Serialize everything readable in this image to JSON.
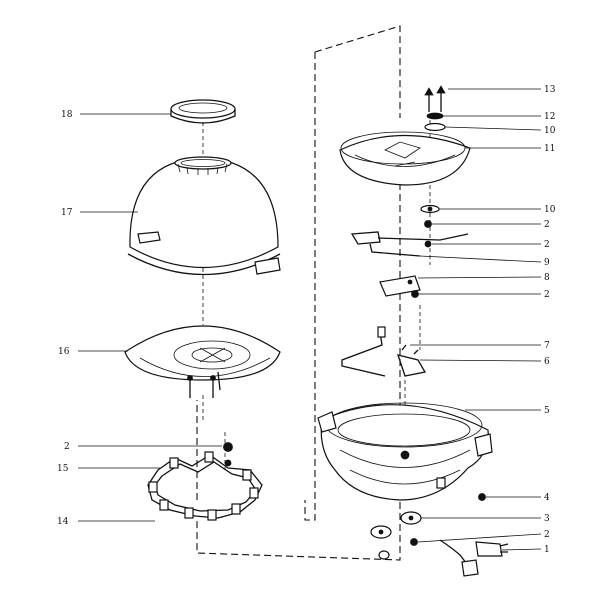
{
  "callouts": {
    "p18": "18",
    "p17": "17",
    "p16": "16",
    "p2a": "2",
    "p15": "15",
    "p14": "14",
    "p13": "13",
    "p12": "12",
    "p10a": "10",
    "p11": "11",
    "p10b": "10",
    "p2b": "2",
    "p2c": "2",
    "p9": "9",
    "p8": "8",
    "p2d": "2",
    "p7": "7",
    "p6": "6",
    "p5": "5",
    "p4": "4",
    "p3": "3",
    "p2e": "2",
    "p1": "1"
  }
}
